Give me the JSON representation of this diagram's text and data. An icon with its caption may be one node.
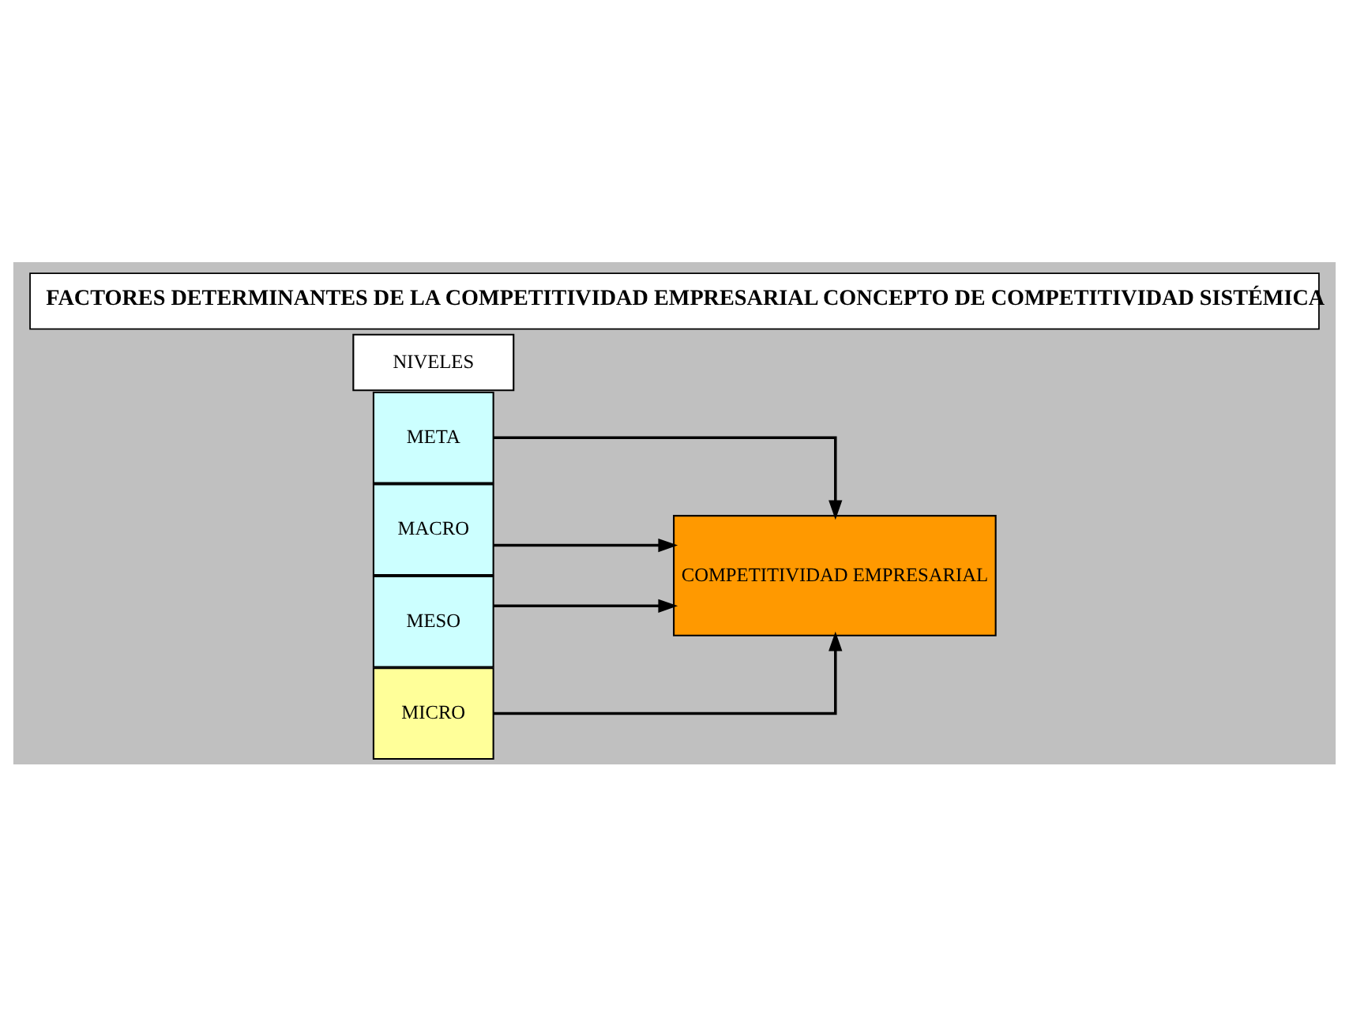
{
  "diagram": {
    "title": "FACTORES DETERMINANTES DE LA COMPETITIVIDAD EMPRESARIAL CONCEPTO DE COMPETITIVIDAD SISTÉMICA",
    "nodes": [
      {
        "text": [
          "NIVELES"
        ]
      },
      {
        "text": [
          "META"
        ]
      },
      {
        "text": [
          "MACRO"
        ]
      },
      {
        "text": [
          "MESO"
        ]
      },
      {
        "text": [
          "MICRO"
        ]
      },
      {
        "text": [
          "COMPETITIVIDAD EMPRESARIAL"
        ]
      }
    ],
    "edges": [
      {
        "from": 1,
        "to": 5,
        "arrow": "to"
      },
      {
        "from": 2,
        "to": 5,
        "arrow": "to"
      },
      {
        "from": 3,
        "to": 5,
        "arrow": "to"
      },
      {
        "from": 4,
        "to": 5,
        "arrow": "to"
      }
    ]
  }
}
